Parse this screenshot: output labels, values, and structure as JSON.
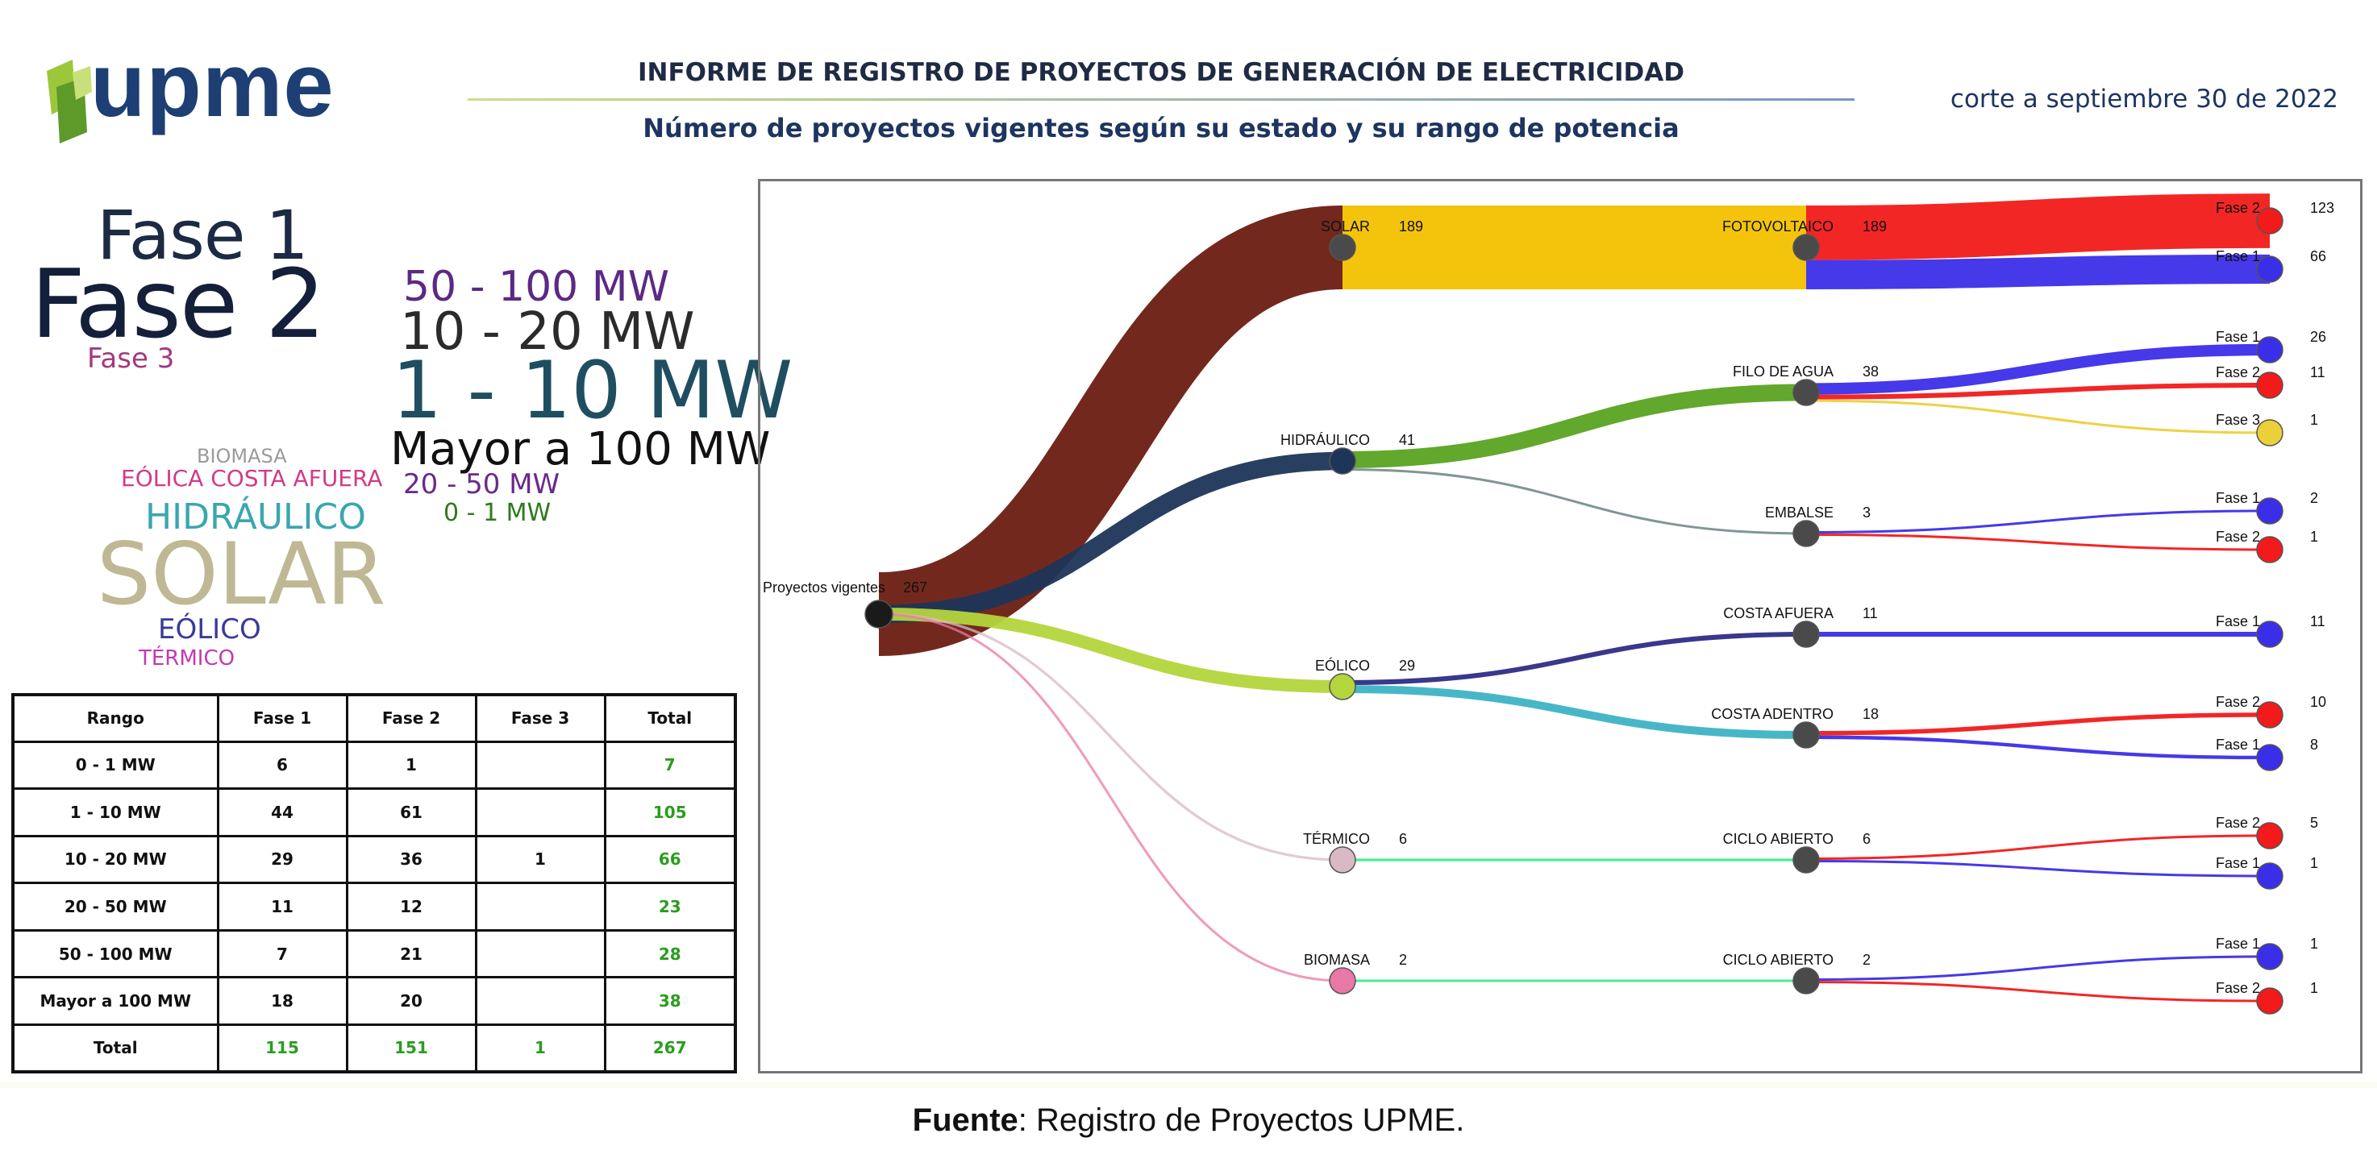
{
  "header": {
    "logo": "upme",
    "title": "INFORME DE REGISTRO DE PROYECTOS DE GENERACIÓN DE ELECTRICIDAD",
    "subtitle": "Número de proyectos vigentes según su estado y su rango de potencia",
    "date": "corte a septiembre 30 de 2022"
  },
  "word_cloud_phases": [
    "Fase 1",
    "Fase 2",
    "Fase 3"
  ],
  "word_cloud_ranges": [
    "50 - 100 MW",
    "10 - 20 MW",
    "1 - 10 MW",
    "Mayor a 100 MW",
    "20 - 50 MW",
    "0 - 1 MW"
  ],
  "word_cloud_tech": [
    "BIOMASA",
    "EÓLICA COSTA AFUERA",
    "HIDRÁULICO",
    "SOLAR",
    "EÓLICO",
    "TÉRMICO"
  ],
  "colors": {
    "solar": "#f3c100",
    "hidro": "#1d3558",
    "hidro_flow": "#5aa321",
    "eolico": "#b4d53c",
    "costa_afuera": "#2e2d86",
    "costa_adentro": "#3db3c5",
    "termico": "#d9b9c3",
    "biomasa": "#e978a6",
    "ciclo": "#38ee8f",
    "root_to_solar": "#6b1c12",
    "fase1": "#3b2ee8",
    "fase2": "#f21a1a",
    "fase3": "#ecd03a",
    "node_dark": "#4a4a4a",
    "green_total": "#2a9d1f"
  },
  "chart_data": [
    {
      "type": "table",
      "headers": [
        "Rango",
        "Fase 1",
        "Fase 2",
        "Fase 3",
        "Total"
      ],
      "rows": [
        [
          "0 - 1 MW",
          "6",
          "1",
          "",
          "7"
        ],
        [
          "1 - 10 MW",
          "44",
          "61",
          "",
          "105"
        ],
        [
          "10 - 20 MW",
          "29",
          "36",
          "1",
          "66"
        ],
        [
          "20 - 50 MW",
          "11",
          "12",
          "",
          "23"
        ],
        [
          "50 - 100 MW",
          "7",
          "21",
          "",
          "28"
        ],
        [
          "Mayor a 100 MW",
          "18",
          "20",
          "",
          "38"
        ],
        [
          "Total",
          "115",
          "151",
          "1",
          "267"
        ]
      ]
    },
    {
      "type": "sankey",
      "nodes": [
        {
          "id": "root",
          "label": "Proyectos vigentes",
          "value": 267
        },
        {
          "id": "solar",
          "label": "SOLAR",
          "value": 189
        },
        {
          "id": "hidro",
          "label": "HIDRÁULICO",
          "value": 41
        },
        {
          "id": "eolico",
          "label": "EÓLICO",
          "value": 29
        },
        {
          "id": "termico",
          "label": "TÉRMICO",
          "value": 6
        },
        {
          "id": "biomasa",
          "label": "BIOMASA",
          "value": 2
        },
        {
          "id": "fotov",
          "label": "FOTOVOLTAICO",
          "value": 189
        },
        {
          "id": "filo",
          "label": "FILO DE AGUA",
          "value": 38
        },
        {
          "id": "embalse",
          "label": "EMBALSE",
          "value": 3
        },
        {
          "id": "cafuera",
          "label": "COSTA AFUERA",
          "value": 11
        },
        {
          "id": "cadentro",
          "label": "COSTA ADENTRO",
          "value": 18
        },
        {
          "id": "cicloT",
          "label": "CICLO ABIERTO",
          "value": 6
        },
        {
          "id": "cicloB",
          "label": "CICLO ABIERTO",
          "value": 2
        },
        {
          "id": "fv_f2",
          "label": "Fase 2",
          "value": 123
        },
        {
          "id": "fv_f1",
          "label": "Fase 1",
          "value": 66
        },
        {
          "id": "fi_f1",
          "label": "Fase 1",
          "value": 26
        },
        {
          "id": "fi_f2",
          "label": "Fase 2",
          "value": 11
        },
        {
          "id": "fi_f3",
          "label": "Fase 3",
          "value": 1
        },
        {
          "id": "em_f1",
          "label": "Fase 1",
          "value": 2
        },
        {
          "id": "em_f2",
          "label": "Fase 2",
          "value": 1
        },
        {
          "id": "ca_f1",
          "label": "Fase 1",
          "value": 11
        },
        {
          "id": "cd_f2",
          "label": "Fase 2",
          "value": 10
        },
        {
          "id": "cd_f1",
          "label": "Fase 1",
          "value": 8
        },
        {
          "id": "ct_f2",
          "label": "Fase 2",
          "value": 5
        },
        {
          "id": "ct_f1",
          "label": "Fase 1",
          "value": 1
        },
        {
          "id": "cb_f1",
          "label": "Fase 1",
          "value": 1
        },
        {
          "id": "cb_f2",
          "label": "Fase 2",
          "value": 1
        }
      ],
      "links": [
        {
          "source": "root",
          "target": "solar",
          "value": 189
        },
        {
          "source": "root",
          "target": "hidro",
          "value": 41
        },
        {
          "source": "root",
          "target": "eolico",
          "value": 29
        },
        {
          "source": "root",
          "target": "termico",
          "value": 6
        },
        {
          "source": "root",
          "target": "biomasa",
          "value": 2
        },
        {
          "source": "solar",
          "target": "fotov",
          "value": 189
        },
        {
          "source": "hidro",
          "target": "filo",
          "value": 38
        },
        {
          "source": "hidro",
          "target": "embalse",
          "value": 3
        },
        {
          "source": "eolico",
          "target": "cafuera",
          "value": 11
        },
        {
          "source": "eolico",
          "target": "cadentro",
          "value": 18
        },
        {
          "source": "termico",
          "target": "cicloT",
          "value": 6
        },
        {
          "source": "biomasa",
          "target": "cicloB",
          "value": 2
        },
        {
          "source": "fotov",
          "target": "fv_f2",
          "value": 123
        },
        {
          "source": "fotov",
          "target": "fv_f1",
          "value": 66
        },
        {
          "source": "filo",
          "target": "fi_f1",
          "value": 26
        },
        {
          "source": "filo",
          "target": "fi_f2",
          "value": 11
        },
        {
          "source": "filo",
          "target": "fi_f3",
          "value": 1
        },
        {
          "source": "embalse",
          "target": "em_f1",
          "value": 2
        },
        {
          "source": "embalse",
          "target": "em_f2",
          "value": 1
        },
        {
          "source": "cafuera",
          "target": "ca_f1",
          "value": 11
        },
        {
          "source": "cadentro",
          "target": "cd_f2",
          "value": 10
        },
        {
          "source": "cadentro",
          "target": "cd_f1",
          "value": 8
        },
        {
          "source": "cicloT",
          "target": "ct_f2",
          "value": 5
        },
        {
          "source": "cicloT",
          "target": "ct_f1",
          "value": 1
        },
        {
          "source": "cicloB",
          "target": "cb_f1",
          "value": 1
        },
        {
          "source": "cicloB",
          "target": "cb_f2",
          "value": 1
        }
      ]
    }
  ],
  "source": {
    "label": "Fuente",
    "text": ": Registro de Proyectos UPME."
  }
}
